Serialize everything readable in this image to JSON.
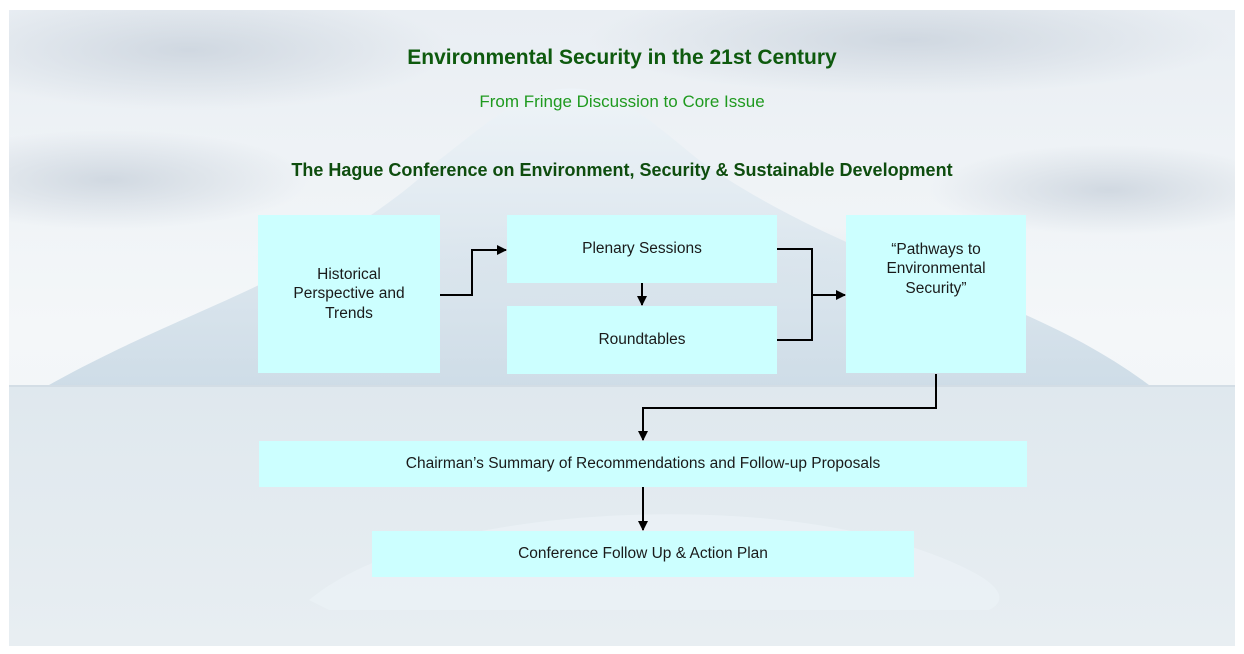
{
  "header": {
    "title": "Environmental Security in the 21st Century",
    "subtitle": "From Fringe Discussion to Core Issue",
    "conference": "The Hague Conference on Environment, Security & Sustainable Development"
  },
  "flow": {
    "historical": "Historical\nPerspective and\nTrends",
    "plenary": "Plenary Sessions",
    "roundtables": "Roundtables",
    "pathways": "“Pathways to\nEnvironmental\nSecurity”",
    "summary": "Chairman’s Summary of Recommendations and Follow-up Proposals",
    "followup": "Conference Follow Up & Action Plan"
  },
  "colors": {
    "box_fill": "#ccffff",
    "title": "#0e5a0e",
    "subtitle": "#1f9a1f",
    "conference": "#0e4d0e",
    "connector": "#000000"
  }
}
